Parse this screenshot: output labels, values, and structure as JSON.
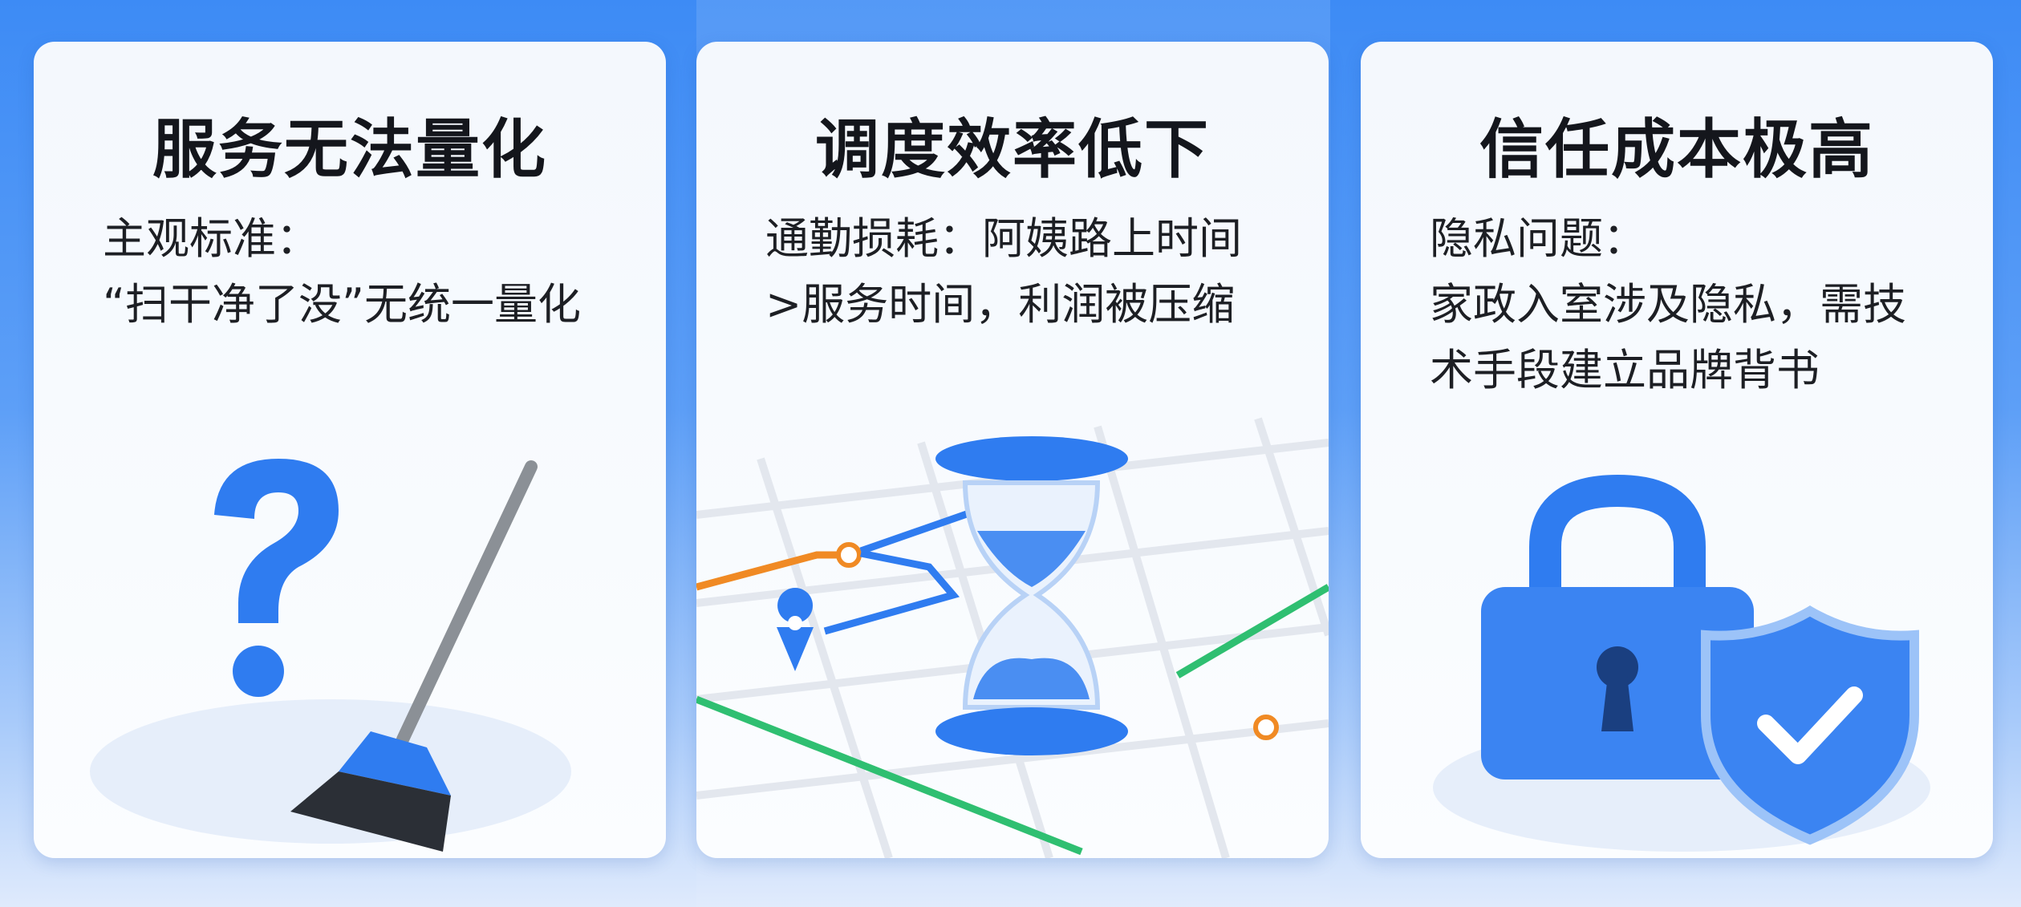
{
  "cards": [
    {
      "title": "服务无法量化",
      "lines": [
        "主观标准：",
        "“扫干净了没”无统一量化"
      ],
      "icon": "question-broom-icon"
    },
    {
      "title": "调度效率低下",
      "lines": [
        "通勤损耗：阿姨路上时间",
        ">服务时间，利润被压缩"
      ],
      "icon": "hourglass-map-icon"
    },
    {
      "title": "信任成本极高",
      "lines": [
        "隐私问题：",
        "家政入室涉及隐私，需技",
        "术手段建立品牌背书"
      ],
      "icon": "lock-shield-icon"
    }
  ],
  "colors": {
    "accent": "#2f7cf0",
    "route_orange": "#f08a24",
    "route_green": "#2fbf71"
  }
}
